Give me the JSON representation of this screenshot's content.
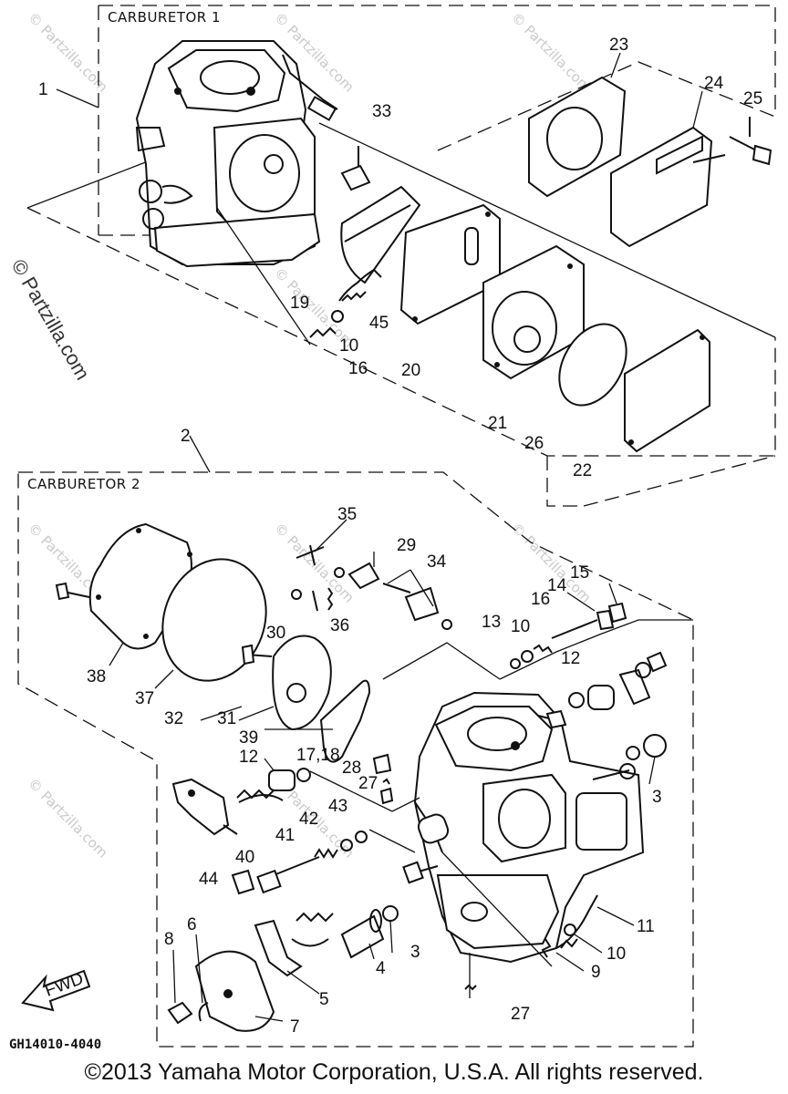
{
  "assemblies": [
    {
      "label": "CARBURETOR 1"
    },
    {
      "label": "CARBURETOR 2"
    }
  ],
  "callouts": {
    "c1": "1",
    "c2": "2",
    "c3a": "3",
    "c3b": "3",
    "c4": "4",
    "c5": "5",
    "c6": "6",
    "c7": "7",
    "c8": "8",
    "c9": "9",
    "c10a": "10",
    "c10b": "10",
    "c10c": "10",
    "c11": "11",
    "c12a": "12",
    "c12b": "12",
    "c13": "13",
    "c14": "14",
    "c15": "15",
    "c16a": "16",
    "c16b": "16",
    "c1718": "17,18",
    "c19": "19",
    "c20": "20",
    "c21": "21",
    "c22": "22",
    "c23": "23",
    "c24": "24",
    "c25": "25",
    "c26": "26",
    "c27a": "27",
    "c27b": "27",
    "c28": "28",
    "c29": "29",
    "c30": "30",
    "c31": "31",
    "c32": "32",
    "c33": "33",
    "c34": "34",
    "c35": "35",
    "c36": "36",
    "c37": "37",
    "c38": "38",
    "c39": "39",
    "c40": "40",
    "c41": "41",
    "c42": "42",
    "c43": "43",
    "c44": "44",
    "c45": "45"
  },
  "fwd_label": "FWD",
  "diagram_code": "GH14010-4040",
  "watermark": "© Partzilla.com",
  "copyright": "©2013 Yamaha Motor Corporation, U.S.A. All rights reserved."
}
